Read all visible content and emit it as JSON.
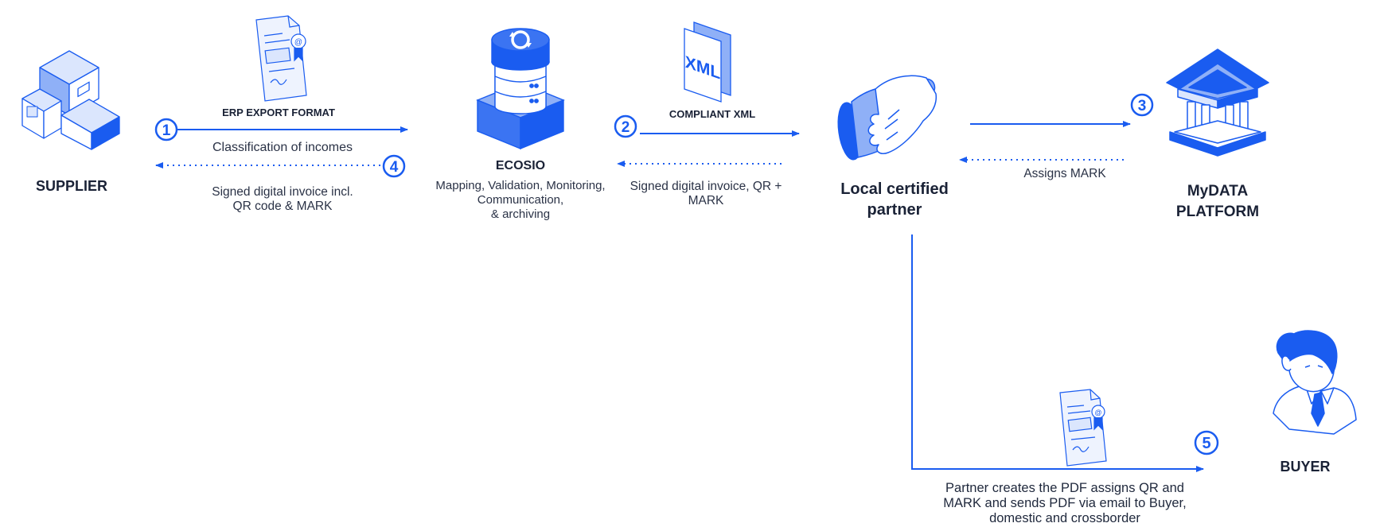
{
  "nodes": {
    "supplier": {
      "title": "SUPPLIER",
      "icon": "boxes-icon"
    },
    "ecosio": {
      "title": "ECOSIO",
      "description_lines": [
        "Mapping, Validation, Monitoring,",
        "Communication,",
        "& archiving"
      ],
      "icon": "database-sync-icon"
    },
    "partner": {
      "title_lines": [
        "Local certified",
        "partner"
      ],
      "icon": "handshake-icon"
    },
    "mydata": {
      "title_lines": [
        "MyDATA",
        "PLATFORM"
      ],
      "icon": "government-building-icon"
    },
    "buyer": {
      "title": "BUYER",
      "icon": "businessman-icon"
    }
  },
  "documents": {
    "erp": {
      "label": "ERP EXPORT FORMAT",
      "icon": "signed-document-icon"
    },
    "xml": {
      "label": "COMPLIANT XML",
      "icon": "xml-file-icon",
      "badge": "XML"
    },
    "pdf": {
      "icon": "signed-document-icon"
    }
  },
  "steps": [
    {
      "number": "1",
      "label": "Classification of incomes"
    },
    {
      "number": "2"
    },
    {
      "number": "3"
    },
    {
      "number": "4",
      "label_lines": [
        "Signed digital invoice incl.",
        "QR code & MARK"
      ]
    },
    {
      "number": "5",
      "label_lines": [
        "Partner creates the PDF assigns QR and",
        "MARK and sends PDF via email to Buyer,",
        "domestic and  crossborder"
      ]
    }
  ],
  "return_flows": {
    "ecosio_return": {
      "label_lines": [
        "Signed digital invoice, QR +",
        "MARK"
      ]
    },
    "mydata_return": {
      "label": "Assigns MARK"
    }
  },
  "colors": {
    "accent": "#1a5cf0",
    "accent_light": "#8fb0f7",
    "accent_pale": "#dbe6fd",
    "text": "#1a2236"
  }
}
